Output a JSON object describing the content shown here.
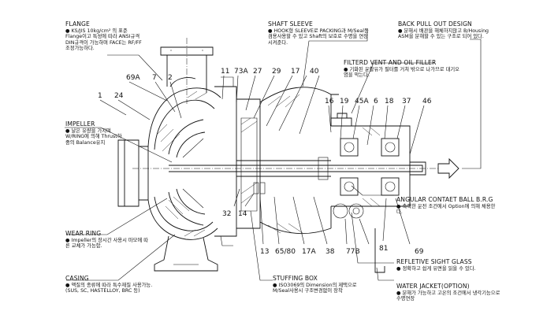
{
  "callouts": {
    "flange": {
      "title": "FLANGE",
      "desc": "● KS/JIS 10kg/cm² 의 표준 Flange이고 특성에 따라 ANSI규격 DIN규격이 가능하며 FACE는 RF/FF 조정가능하다."
    },
    "impeller": {
      "title": "IMPELLER",
      "desc": "● 날은 유량을 가지며 W/RING에 의해 Thrust하중의 Balance유지"
    },
    "wear_ring": {
      "title": "WEAR RING",
      "desc": "● Impeller의 장시간 사용시 마모에 따른 교체가 가능함."
    },
    "casing": {
      "title": "CASING",
      "desc": "● 액질의 종류에 따라 특수재질 사용가능. (SUS, SC, HASTELLOY, BRC 등)"
    },
    "shaft_sleeve": {
      "title": "SHAFT SLEEVE",
      "desc": "● HOOK형 SLEEVE로 PACKING과 M/Seal등 겸용사용할 수 있고 Shaft의 보호로 수명을 연장시켜준다."
    },
    "back_pull": {
      "title": "BACK PULL OUT DESIGN",
      "desc": "● 분해시 배관을 해체하지않고 B/Housing ASM을 분해할 수 있는 구조로 되어 있다."
    },
    "filter_vent": {
      "title": "FILTERD VENT AND OIL FILLER",
      "desc": "● 기화된 윤활유가 필터를 거쳐 밖으로 나가므로 대기오염을 막는다."
    },
    "angular": {
      "title": "ANGULAR CONTAET BALL B.R.G",
      "desc": "● 축력한 운전 조건에서 Option에 의해 채용한다."
    },
    "sight_glass": {
      "title": "REFLETIVE SIGHT GLASS",
      "desc": "● 정확하고 쉽게 유면을 읽을 수 있다."
    },
    "water_jacket": {
      "title": "WATER JACKET(OPTION)",
      "desc": "● 분해가 가능하고 고온의 조건에서 냉각기능으로 수명연장"
    },
    "stuffing_box": {
      "title": "STUFFING BOX",
      "desc": "● ISO3069의 Dimension의 제택으로 M/Seal사용시 구조변경없이 장착"
    }
  },
  "part_numbers": {
    "p69a": "69A",
    "p7": "7",
    "p2": "2",
    "p1": "1",
    "p24": "24",
    "p11": "11",
    "p73a": "73A",
    "p27": "27",
    "p29": "29",
    "p17": "17",
    "p40": "40",
    "p16": "16",
    "p19": "19",
    "p45a": "45A",
    "p6": "6",
    "p18": "18",
    "p37": "37",
    "p46": "46",
    "p32": "32",
    "p14": "14",
    "p13": "13",
    "p65_80": "65/80",
    "p17a": "17A",
    "p38": "38",
    "p77b": "77B",
    "p81": "81",
    "p69": "69"
  }
}
